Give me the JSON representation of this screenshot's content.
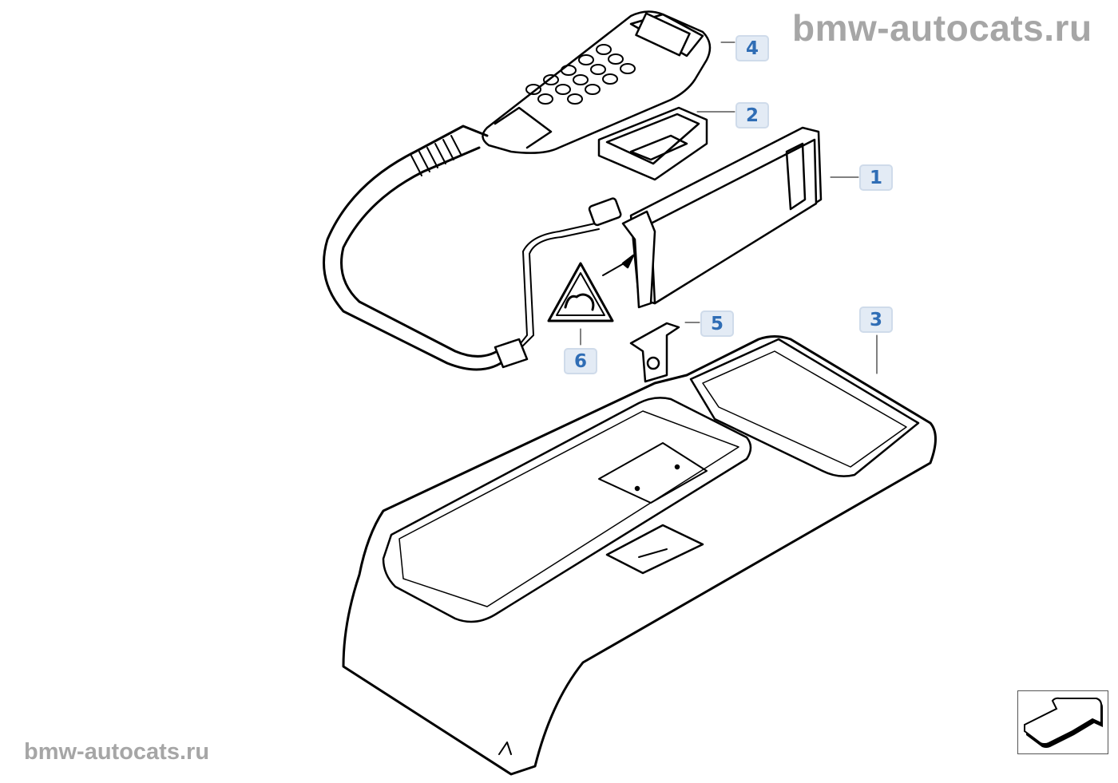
{
  "watermark": {
    "top": "bmw-autocats.ru",
    "bottom": "bmw-autocats.ru"
  },
  "callouts": [
    {
      "id": "1",
      "label": "1"
    },
    {
      "id": "2",
      "label": "2"
    },
    {
      "id": "3",
      "label": "3"
    },
    {
      "id": "4",
      "label": "4"
    },
    {
      "id": "5",
      "label": "5"
    },
    {
      "id": "6",
      "label": "6"
    }
  ],
  "colors": {
    "callout_bg": "#e3ebf5",
    "callout_text": "#2f6db5",
    "watermark": "#a6a6a6"
  },
  "nav": {
    "icon": "next-arrow-icon"
  }
}
